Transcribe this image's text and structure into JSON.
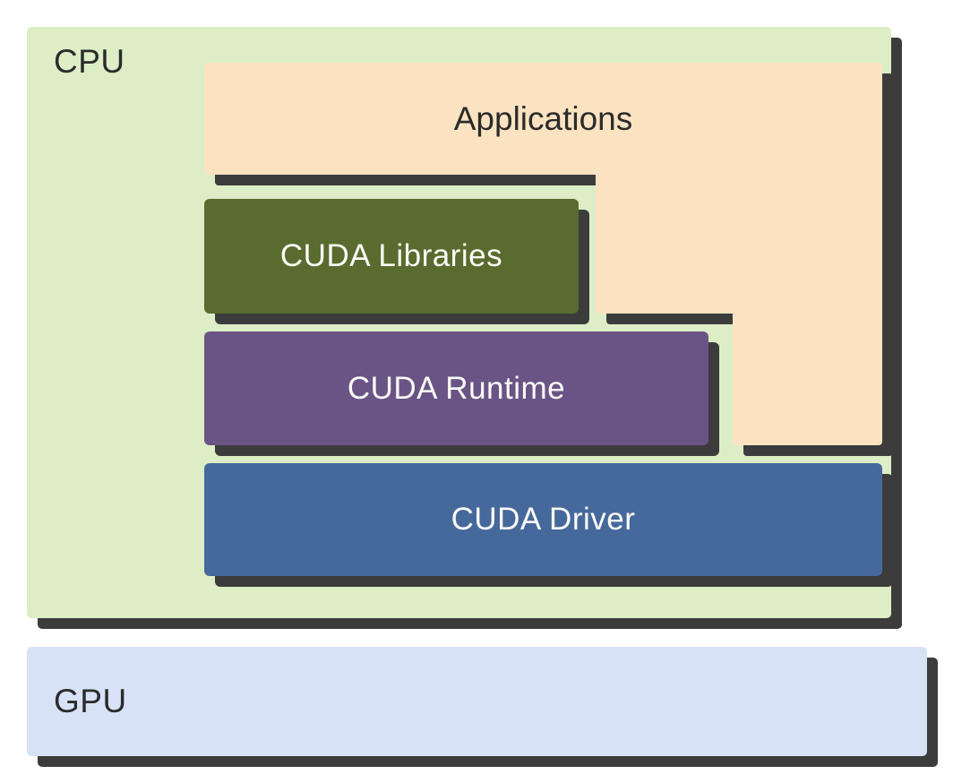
{
  "diagram": {
    "cpu": {
      "label": "CPU"
    },
    "gpu": {
      "label": "GPU"
    },
    "stack": {
      "applications": {
        "label": "Applications"
      },
      "libraries": {
        "label": "CUDA Libraries"
      },
      "runtime": {
        "label": "CUDA Runtime"
      },
      "driver": {
        "label": "CUDA Driver"
      }
    },
    "colors": {
      "cpu_fill": "#ddeec6",
      "gpu_fill": "#d8e2f7",
      "applications_fill": "#fbe3c2",
      "libraries_fill": "#5a6b2f",
      "runtime_fill": "#6a5486",
      "driver_fill": "#46699c",
      "shadow": "#3c3c3c",
      "dark_text": "#2b2b2b",
      "light_text": "#fbfbf6"
    }
  }
}
